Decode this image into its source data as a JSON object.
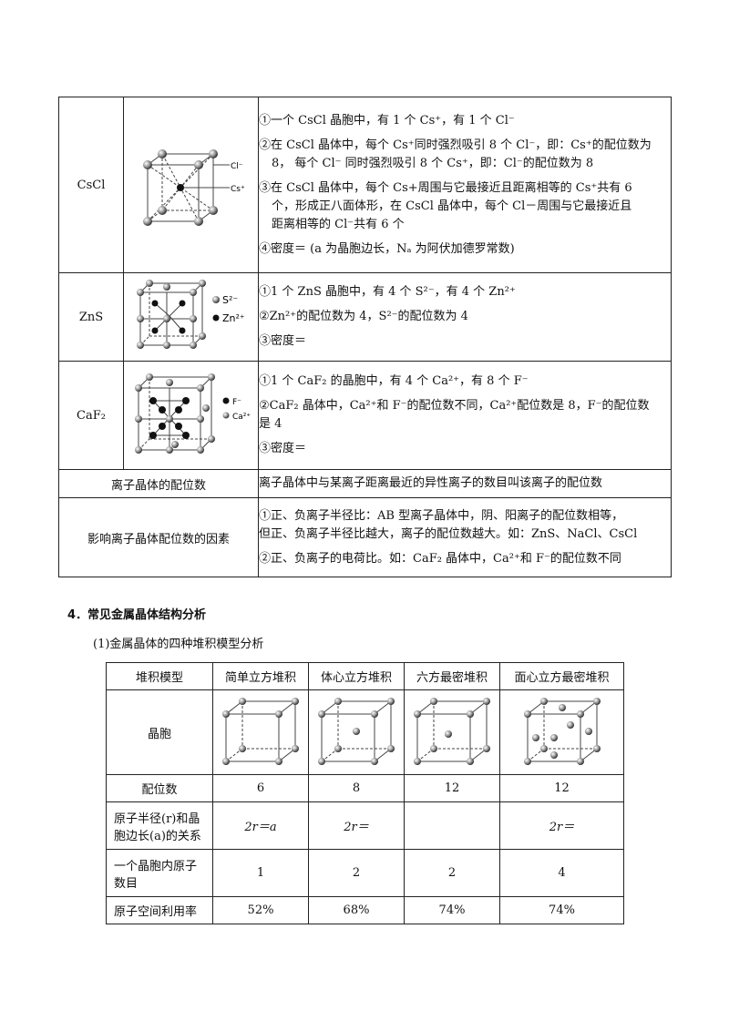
{
  "ionic_table": {
    "cscl": {
      "name": "CsCl",
      "legend_cl": "Cl⁻",
      "legend_cs": "Cs⁺",
      "p1": "①一个 CsCl 晶胞中，有 1 个 Cs⁺，有 1 个 Cl⁻",
      "p2a": "②在 CsCl 晶体中，每个 Cs⁺同时强烈吸引 8 个 Cl⁻，即：Cs⁺的配位数为",
      "p2b": "8， 每个 Cl⁻ 同时强烈吸引 8 个 Cs⁺，即：Cl⁻的配位数为 8",
      "p3a": "③在 CsCl 晶体中，每个 Cs+周围与它最接近且距离相等的 Cs⁺共有 6",
      "p3b": "个，形成正八面体形，在 CsCl 晶体中，每个 Cl－周围与它最接近且",
      "p3c": "距离相等的 Cl⁻共有 6 个",
      "p4": "④密度＝ (a 为晶胞边长，Nₐ 为阿伏加德罗常数)"
    },
    "zns": {
      "name": "ZnS",
      "legend_s": "S²⁻",
      "legend_zn": "Zn²⁺",
      "p1": "①1 个 ZnS 晶胞中，有 4 个 S²⁻，有 4 个 Zn²⁺",
      "p2": "②Zn²⁺的配位数为 4，S²⁻的配位数为 4",
      "p3": "③密度＝"
    },
    "caf2": {
      "name": "CaF₂",
      "legend_f": "F⁻",
      "legend_ca": "Ca²⁺",
      "p1": "①1 个 CaF₂ 的晶胞中，有 4 个 Ca²⁺，有 8 个 F⁻",
      "p2a": "②CaF₂ 晶体中，Ca²⁺和 F⁻的配位数不同，Ca²⁺配位数是 8，F⁻的配位数",
      "p2b": "是 4",
      "p3": "③密度＝"
    },
    "coord": {
      "label": "离子晶体的配位数",
      "text": "离子晶体中与某离子距离最近的异性离子的数目叫该离子的配位数"
    },
    "factors": {
      "label": "影响离子晶体配位数的因素",
      "p1a": "①正、负离子半径比：AB 型离子晶体中，阴、阳离子的配位数相等，",
      "p1b": "但正、负离子半径比越大，离子的配位数越大。如：ZnS、NaCl、CsCl",
      "p2": "②正、负离子的电荷比。如：CaF₂ 晶体中，Ca²⁺和 F⁻的配位数不同"
    }
  },
  "section4": {
    "heading": "4．常见金属晶体结构分析",
    "sub1": "(1)金属晶体的四种堆积模型分析"
  },
  "metal_table": {
    "headers": [
      "堆积模型",
      "简单立方堆积",
      "体心立方堆积",
      "六方最密堆积",
      "面心立方最密堆积"
    ],
    "row_cell": "晶胞",
    "row_coord": {
      "label": "配位数",
      "values": [
        "6",
        "8",
        "12",
        "12"
      ]
    },
    "row_radius": {
      "label_a": "原子半径(r)和晶",
      "label_b": "胞边长(a)的关系",
      "values": [
        "2r＝a",
        "2r＝",
        "",
        "2r＝"
      ]
    },
    "row_count": {
      "label_a": "一个晶胞内原子",
      "label_b": "数目",
      "values": [
        "1",
        "2",
        "2",
        "4"
      ]
    },
    "row_util": {
      "label": "原子空间利用率",
      "values": [
        "52%",
        "68%",
        "74%",
        "74%"
      ]
    }
  }
}
